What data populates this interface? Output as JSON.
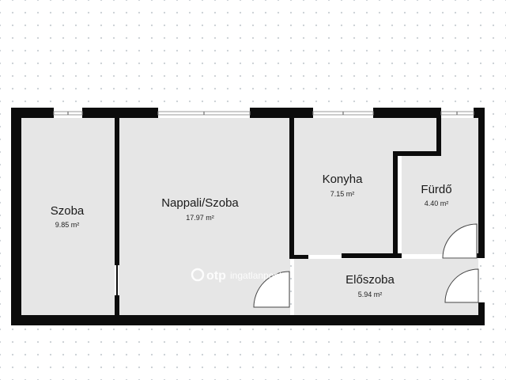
{
  "rooms": [
    {
      "name": "Szoba",
      "area": "9.85 m²"
    },
    {
      "name": "Nappali/Szoba",
      "area": "17.97 m²"
    },
    {
      "name": "Konyha",
      "area": "7.15 m²"
    },
    {
      "name": "Fürdő",
      "area": "4.40 m²"
    },
    {
      "name": "Előszoba",
      "area": "5.94 m²"
    }
  ],
  "watermark": {
    "brand": "otp",
    "suffix": "ingatlanpont"
  },
  "colors": {
    "wall": "#0c0c0c",
    "floor": "#e6e6e6",
    "background": "#ffffff",
    "grid_dot": "#c9ced3",
    "watermark": "#ffffff"
  }
}
